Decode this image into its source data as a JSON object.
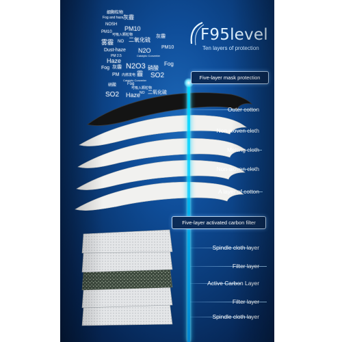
{
  "brand": {
    "title": "F95level",
    "tagline": "Ten layers of protection",
    "logo_icon": "shield-swoosh-icon",
    "accent_color": "#d9efff"
  },
  "pollutant_cloud": [
    {
      "text": "细颗粒物",
      "size": 6
    },
    {
      "text": "Fog and haze",
      "size": 5
    },
    {
      "text": "灰霾",
      "size": 8
    },
    {
      "text": "NOSH",
      "size": 6
    },
    {
      "text": "PM10",
      "size": 9
    },
    {
      "text": "可吸入颗粒物",
      "size": 5
    },
    {
      "text": "PM10",
      "size": 6
    },
    {
      "text": "灰霾",
      "size": 7
    },
    {
      "text": "雾霾",
      "size": 9
    },
    {
      "text": "NO",
      "size": 6
    },
    {
      "text": "二氧化硫",
      "size": 8
    },
    {
      "text": "PM10",
      "size": 7
    },
    {
      "text": "Dust-haze",
      "size": 7
    },
    {
      "text": "N2O",
      "size": 9
    },
    {
      "text": "PM 2.5",
      "size": 5
    },
    {
      "text": "Catalytic Converter",
      "size": 4
    },
    {
      "text": "Haze",
      "size": 9
    },
    {
      "text": "Fog",
      "size": 7
    },
    {
      "text": "灰霾",
      "size": 7
    },
    {
      "text": "N2O3",
      "size": 11
    },
    {
      "text": "硝酸",
      "size": 8
    },
    {
      "text": "Fog",
      "size": 8
    },
    {
      "text": "PM",
      "size": 7
    },
    {
      "text": "内燃发电",
      "size": 5
    },
    {
      "text": "霾",
      "size": 9
    },
    {
      "text": "SO2",
      "size": 10
    },
    {
      "text": "Catalytic Converter",
      "size": 4
    },
    {
      "text": "Fog",
      "size": 6
    },
    {
      "text": "可吸入颗粒物",
      "size": 5
    },
    {
      "text": "硝酸",
      "size": 6
    },
    {
      "text": "NO",
      "size": 5
    },
    {
      "text": "二氧化硫",
      "size": 7
    },
    {
      "text": "SO2",
      "size": 10
    },
    {
      "text": "Haze",
      "size": 9
    }
  ],
  "mask_section": {
    "heading": "Five-layer mask protection",
    "layers": [
      "Outer cotton",
      "Non-woven cloth",
      "Melting cloth",
      "Non-woven cloth",
      "A layer of cotton"
    ],
    "outer_color": "#151515",
    "inner_color": "#f2f2f0"
  },
  "filter_section": {
    "heading": "Five-layer activated carbon filter",
    "layers": [
      "Spindle cloth layer",
      "Filter layer",
      "Active Carbon Layer",
      "Filter layer",
      "Spindle cloth layer"
    ],
    "filter_color": "#d9dcdf",
    "carbon_color": "#3e4a3f"
  },
  "beam_color": "#22d4ff"
}
